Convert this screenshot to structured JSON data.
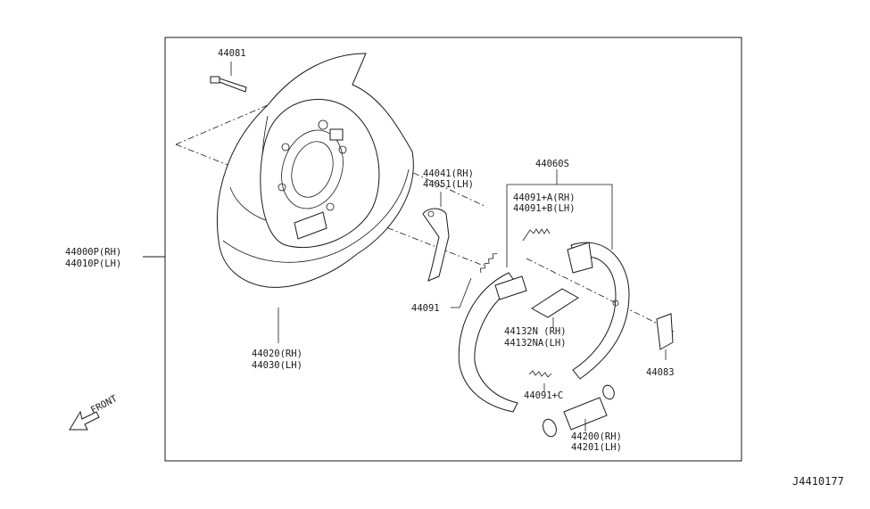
{
  "parts": {
    "p44081": "44081",
    "p44000P_rh": "44000P(RH)",
    "p44010P_lh": "44010P(LH)",
    "p44020_rh": "44020(RH)",
    "p44030_lh": "44030(LH)",
    "p44041_rh": "44041(RH)",
    "p44051_lh": "44051(LH)",
    "p44060S": "44060S",
    "p44091A_rh": "44091+A(RH)",
    "p44091B_lh": "44091+B(LH)",
    "p44091": "44091",
    "p44132N_rh": "44132N (RH)",
    "p44132NA_lh": "44132NA(LH)",
    "p44083": "44083",
    "p44091C": "44091+C",
    "p44200_rh": "44200(RH)",
    "p44201_lh": "44201(LH)"
  },
  "front_label": "FRONT",
  "diagram_code": "J4410177"
}
